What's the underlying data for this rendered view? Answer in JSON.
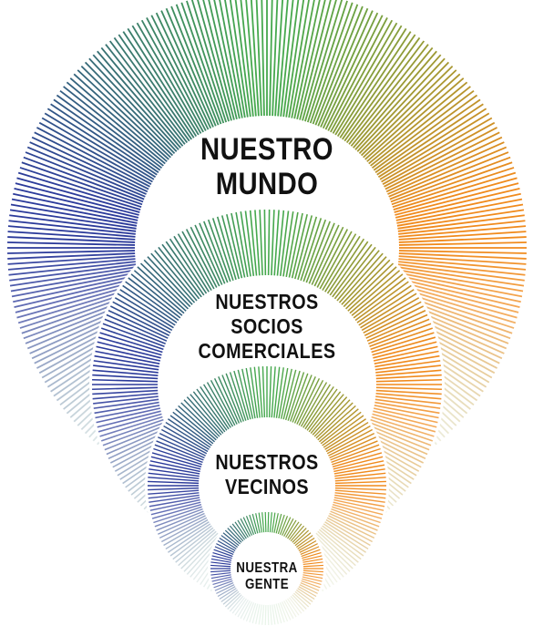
{
  "colors": {
    "blue": "#2b3a9a",
    "green": "#45a84d",
    "orange": "#f08a1c",
    "text": "#111111",
    "background": "#ffffff"
  },
  "rings": [
    {
      "id": "world",
      "label_lines": [
        "NUESTRO",
        "MUNDO"
      ]
    },
    {
      "id": "partners",
      "label_lines": [
        "NUESTROS",
        "SOCIOS",
        "COMERCIALES"
      ]
    },
    {
      "id": "neighbors",
      "label_lines": [
        "NUESTROS",
        "VECINOS"
      ]
    },
    {
      "id": "people",
      "label_lines": [
        "NUESTRA",
        "GENTE"
      ]
    }
  ]
}
